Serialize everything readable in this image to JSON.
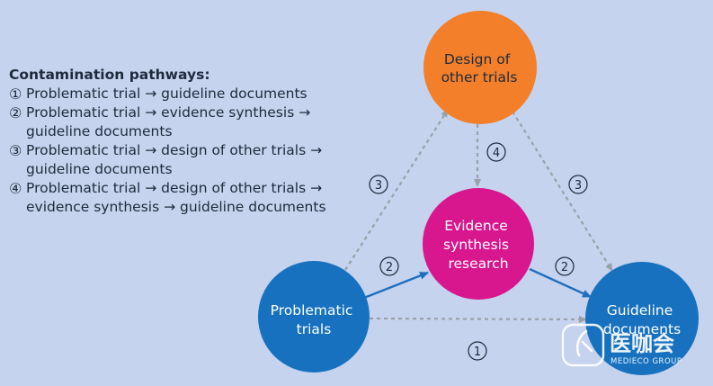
{
  "legend": {
    "title": "Contamination pathways:",
    "items": [
      {
        "num": "①",
        "lines": [
          "Problematic trial → guideline documents"
        ]
      },
      {
        "num": "②",
        "lines": [
          "Problematic trial → evidence synthesis →",
          "guideline documents"
        ]
      },
      {
        "num": "③",
        "lines": [
          "Problematic trial → design of other trials →",
          "guideline documents"
        ]
      },
      {
        "num": "④",
        "lines": [
          "Problematic trial → design of other trials →",
          "evidence synthesis → guideline documents"
        ]
      }
    ]
  },
  "nodes": {
    "design": {
      "lines": [
        "Design of",
        "other trials"
      ],
      "color": "#f37f2a"
    },
    "evidence": {
      "lines": [
        "Evidence",
        "synthesis",
        "research"
      ],
      "color": "#d8168e"
    },
    "problematic": {
      "lines": [
        "Problematic",
        "trials"
      ],
      "color": "#1771bf"
    },
    "guideline": {
      "lines": [
        "Guideline",
        "documents"
      ],
      "color": "#1771bf"
    }
  },
  "edge_labels": {
    "one": "1",
    "two_left": "2",
    "two_right": "2",
    "three_left": "3",
    "three_right": "3",
    "four": "4"
  },
  "colors": {
    "solid_arrow": "#1f6fc0",
    "dashed_arrow": "#9aa0a8",
    "background": "#c5d3ee"
  },
  "watermark": {
    "name_cn": "医咖会",
    "name_en": "MEDIECO GROUP"
  }
}
